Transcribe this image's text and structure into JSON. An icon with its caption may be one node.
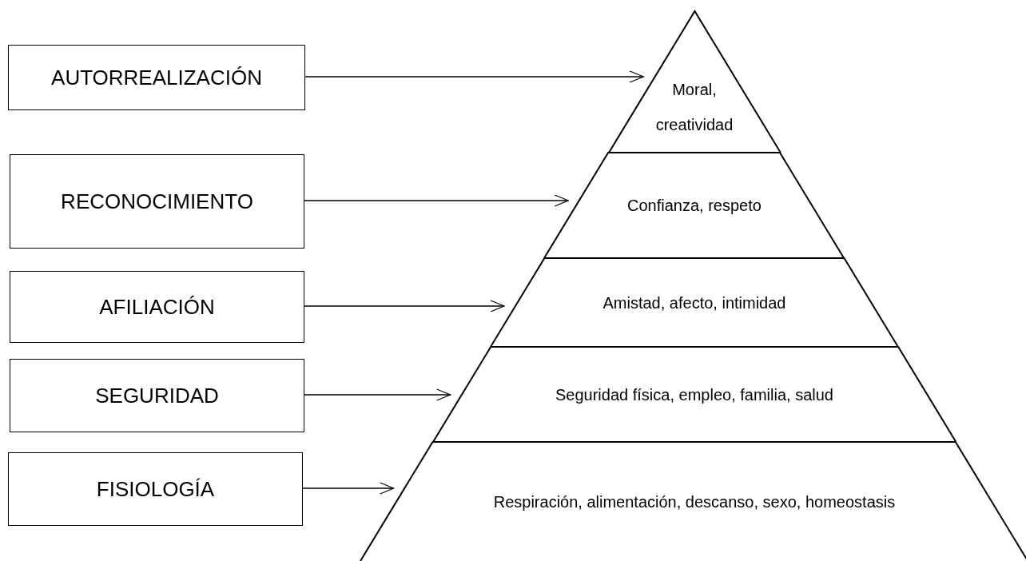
{
  "diagram": {
    "nodes": [
      {
        "text": [
          "AUTORREALIZACIÓN"
        ]
      },
      {
        "text": [
          "RECONOCIMIENTO"
        ]
      },
      {
        "text": [
          "AFILIACIÓN"
        ]
      },
      {
        "text": [
          "SEGURIDAD"
        ]
      },
      {
        "text": [
          "FISIOLOGÍA"
        ]
      },
      {
        "text": [
          "Moral, creatividad"
        ]
      },
      {
        "text": [
          "Confianza, respeto"
        ]
      },
      {
        "text": [
          "Amistad, afecto, intimidad"
        ]
      },
      {
        "text": [
          "Seguridad física, empleo, familia, salud"
        ]
      },
      {
        "text": [
          "Respiración, alimentación, descanso, sexo, homeostasis"
        ]
      }
    ],
    "edges": [
      {
        "from": 0,
        "to": 5,
        "arrow": "to"
      },
      {
        "from": 1,
        "to": 6,
        "arrow": "to"
      },
      {
        "from": 2,
        "to": 7,
        "arrow": "to"
      },
      {
        "from": 3,
        "to": 8,
        "arrow": "to"
      },
      {
        "from": 4,
        "to": 9,
        "arrow": "to"
      }
    ]
  }
}
